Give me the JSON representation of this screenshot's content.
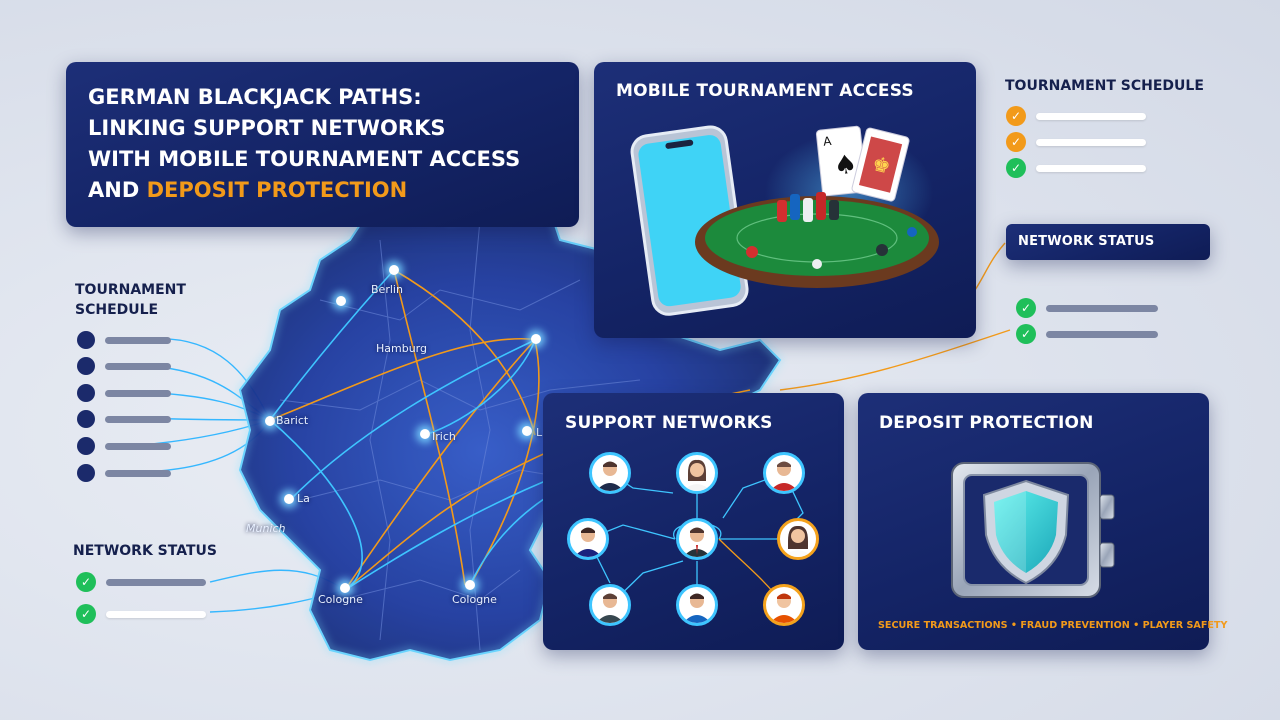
{
  "headline": {
    "line1": "GERMAN BLACKJACK PATHS:",
    "line2": "LINKING SUPPORT NETWORKS",
    "line3": "WITH MOBILE TOURNAMENT ACCESS",
    "line4_prefix": "AND ",
    "line4_highlight": "DEPOSIT PROTECTION"
  },
  "mobile_card": {
    "title": "MOBILE TOURNAMENT ACCESS"
  },
  "support_card": {
    "title": "SUPPORT NETWORKS"
  },
  "deposit_card": {
    "title": "DEPOSIT PROTECTION",
    "footer": "SECURE TRANSACTIONS • FRAUD PREVENTION • PLAYER SAFETY"
  },
  "right_schedule": {
    "title": "TOURNAMENT SCHEDULE"
  },
  "right_network": {
    "title": "NETWORK STATUS"
  },
  "left_schedule": {
    "title_line1": "TOURNAMENT",
    "title_line2": "SCHEDULE"
  },
  "left_network": {
    "title": "NETWORK STATUS"
  },
  "map_labels": {
    "berlin": "Berlin",
    "hamburg": "Hamburg",
    "city_west": "Barict",
    "city_center": "Irich",
    "city_east": "L",
    "city_small": "La",
    "munich": "Munich",
    "cologne_left": "Cologne",
    "cologne_right": "Cologne"
  },
  "colors": {
    "navy": "#142466",
    "accent_orange": "#f29a1a",
    "check_green": "#1fbf5a",
    "glow_cyan": "#3ec5ff"
  },
  "icons": [
    "smartphone-icon",
    "blackjack-table-icon",
    "playing-cards-icon",
    "person-avatar-icon",
    "vault-shield-icon",
    "check-icon"
  ]
}
